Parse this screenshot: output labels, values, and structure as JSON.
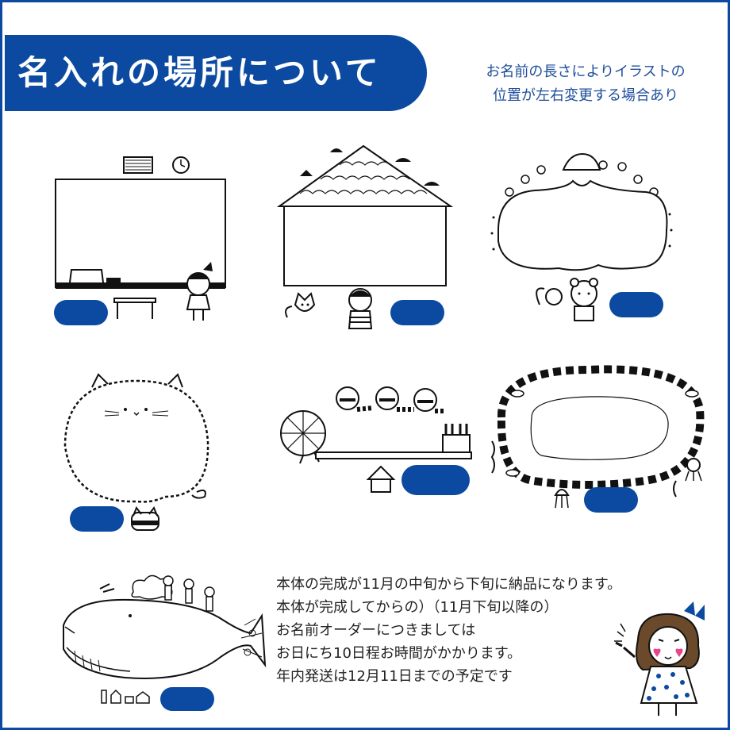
{
  "colors": {
    "accent": "#0b4aa0",
    "ink": "#111111",
    "note": "#1e4f9c",
    "text": "#222222"
  },
  "header": {
    "title": "名入れの場所について",
    "note_line1": "お名前の長さによりイラストの",
    "note_line2": "位置が左右変更する場合あり"
  },
  "designs": [
    {
      "name": "blackboard",
      "icons": [
        "clock-icon",
        "girl-icon",
        "desk-icon"
      ]
    },
    {
      "name": "house",
      "icons": [
        "mushroom-icon",
        "fox-icon",
        "boy-icon"
      ]
    },
    {
      "name": "bubble-flowers",
      "icons": [
        "flower-icon",
        "squirrel-icon",
        "bear-icon"
      ]
    },
    {
      "name": "cat-face",
      "icons": [
        "cat-icon"
      ]
    },
    {
      "name": "spinning-wheel",
      "icons": [
        "raccoon-icon",
        "basket-icon",
        "hut-icon"
      ]
    },
    {
      "name": "fish-ring",
      "icons": [
        "fish-icon",
        "octopus-icon",
        "jellyfish-icon"
      ]
    },
    {
      "name": "whale",
      "icons": [
        "whale-icon",
        "cloud-icon",
        "people-icon"
      ]
    }
  ],
  "notice": {
    "lines": [
      "本体の完成が11月の中旬から下旬に納品になります。",
      "本体が完成してからの）（11月下旬以降の）",
      "お名前オーダーにつきましては",
      "お日にち10日程お時間がかかります。",
      "年内発送は12月11日までの予定です"
    ]
  }
}
